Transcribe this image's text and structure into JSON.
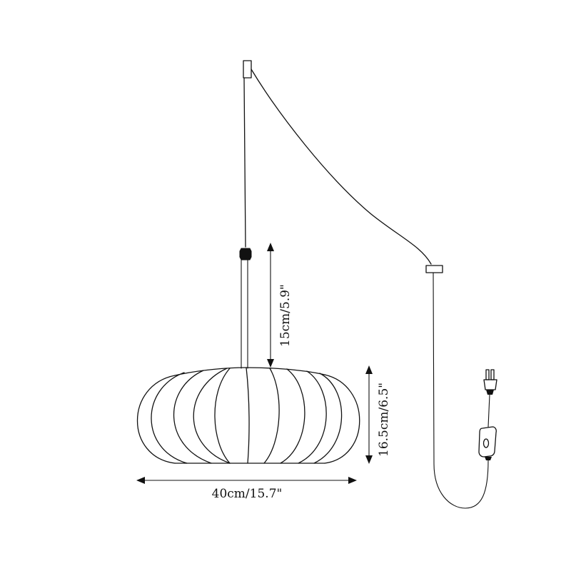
{
  "diagram": {
    "type": "product-dimension-drawing",
    "subject": "plug-in swag pendant lamp with ribbed drum shade",
    "colors": {
      "line": "#111111",
      "background": "#ffffff"
    },
    "dimensions": {
      "cord_drop": {
        "label": "15cm/5.9\"",
        "orientation": "vertical"
      },
      "shade_height": {
        "label": "16.5cm/6.5\"",
        "orientation": "vertical"
      },
      "shade_width": {
        "label": "40cm/15.7\"",
        "orientation": "horizontal"
      }
    },
    "components": [
      "ceiling-canopy",
      "hanging-cord",
      "swag-cord",
      "wall-hook",
      "lamp-socket",
      "down-rod",
      "ribbed-drum-shade",
      "plug-cord",
      "inline-switch",
      "power-plug"
    ]
  }
}
